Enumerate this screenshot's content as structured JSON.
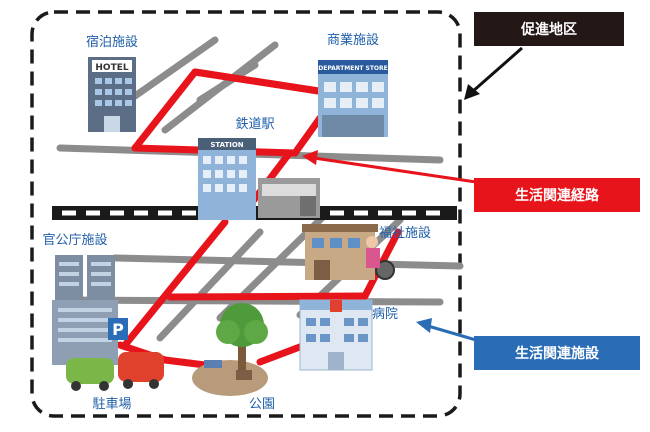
{
  "labels": {
    "hotel_facility": "宿泊施設",
    "commercial_facility": "商業施設",
    "station": "鉄道駅",
    "government_facility": "官公庁施設",
    "welfare_facility": "福祉施設",
    "hospital": "病院",
    "parking": "駐車場",
    "park": "公園"
  },
  "signs": {
    "hotel": "HOTEL",
    "department_store": "DEPARTMENT STORE",
    "station": "STATION",
    "parking": "P"
  },
  "legend": {
    "promotion_district": "促進地区",
    "life_route": "生活関連経路",
    "life_facility": "生活関連施設"
  },
  "colors": {
    "route_red": "#e8141c",
    "road_gray": "#8c8c8c",
    "legend_black": "#231815",
    "legend_blue": "#2a6cb5",
    "label_blue": "#1f5fa8"
  }
}
